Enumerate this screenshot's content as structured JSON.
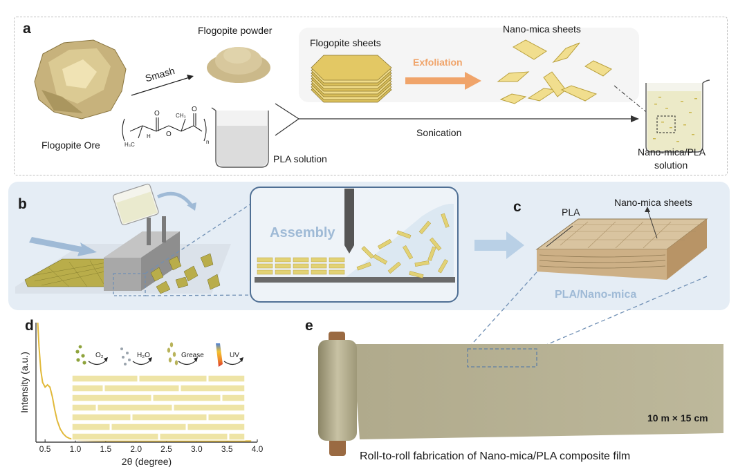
{
  "panel_a": {
    "letter": "a",
    "flogopite_ore": "Flogopite Ore",
    "smash": "Smash",
    "flogopite_powder": "Flogopite powder",
    "flogopite_sheets": "Flogopite sheets",
    "exfoliation": "Exfoliation",
    "nano_mica_sheets": "Nano-mica sheets",
    "pla_solution": "PLA solution",
    "sonication": "Sonication",
    "result_line1": "Nano-mica/PLA",
    "result_line2": "solution",
    "chem_h3c": "H₃C",
    "chem_h": "H",
    "chem_ch3": "CH₃",
    "chem_n": "n"
  },
  "panel_b": {
    "letter": "b",
    "assembly": "Assembly"
  },
  "panel_c": {
    "letter": "c",
    "pla": "PLA",
    "nano_mica_sheets": "Nano-mica sheets",
    "composite": "PLA/Nano-mica"
  },
  "panel_d": {
    "letter": "d",
    "barriers": [
      {
        "label": "O₂"
      },
      {
        "label": "H₂O"
      },
      {
        "label": "Grease"
      },
      {
        "label": "UV"
      }
    ]
  },
  "panel_e": {
    "letter": "e",
    "size_label": "10 m × 15 cm",
    "caption": "Roll-to-roll fabrication of Nano-mica/PLA composite film"
  },
  "colors": {
    "mica": "#e8d27a",
    "mica_edge": "#b9a03c",
    "exfoliation": "#f0a46a",
    "panel_bg": "#e5edf5",
    "assembly_text": "#9fbad6",
    "curve": "#e1b93a",
    "film": "#b6b092"
  },
  "chart_data": {
    "type": "line",
    "xlabel": "2θ (degree)",
    "ylabel": "Intensity (a.u.)",
    "xlim": [
      0.35,
      4.0
    ],
    "x_ticks": [
      "0.5",
      "1.0",
      "1.5",
      "2.0",
      "2.5",
      "3.0",
      "3.5",
      "4.0"
    ],
    "x_tick_values": [
      0.5,
      1.0,
      1.5,
      2.0,
      2.5,
      3.0,
      3.5,
      4.0
    ],
    "ylim": [
      0,
      1
    ],
    "grid": false,
    "series": [
      {
        "x": [
          0.38,
          0.4,
          0.43,
          0.46,
          0.5,
          0.54,
          0.58,
          0.62,
          0.66,
          0.7,
          0.75,
          0.8,
          0.85,
          0.9,
          0.95,
          1.0,
          1.1,
          1.3,
          1.6,
          2.0,
          2.5,
          3.0,
          3.5,
          3.9
        ],
        "values": [
          1.0,
          0.8,
          0.6,
          0.5,
          0.46,
          0.48,
          0.46,
          0.38,
          0.27,
          0.18,
          0.11,
          0.07,
          0.045,
          0.032,
          0.025,
          0.02,
          0.016,
          0.013,
          0.011,
          0.01,
          0.01,
          0.009,
          0.009,
          0.009
        ]
      }
    ]
  }
}
